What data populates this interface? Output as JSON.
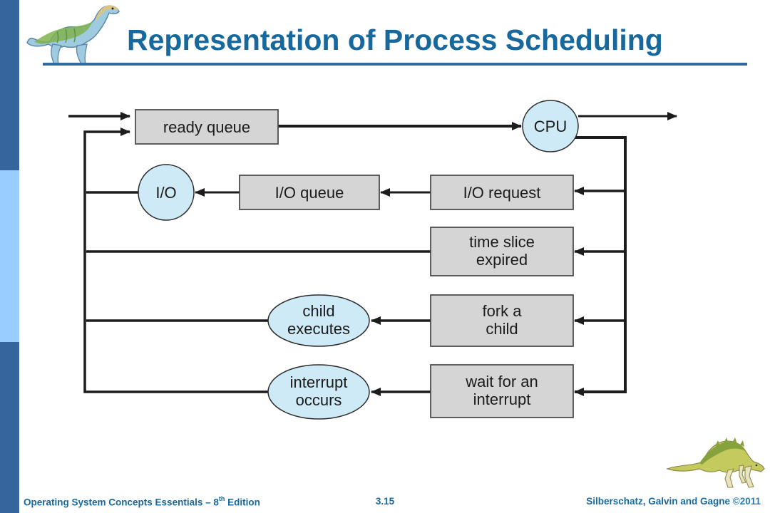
{
  "header": {
    "title": "Representation of Process Scheduling"
  },
  "diagram": {
    "nodes": {
      "ready_queue": "ready queue",
      "cpu": "CPU",
      "io": "I/O",
      "io_queue": "I/O queue",
      "io_request": "I/O request",
      "time_slice_line1": "time slice",
      "time_slice_line2": "expired",
      "child_executes_line1": "child",
      "child_executes_line2": "executes",
      "fork_child_line1": "fork a",
      "fork_child_line2": "child",
      "interrupt_occurs_line1": "interrupt",
      "interrupt_occurs_line2": "occurs",
      "wait_interrupt_line1": "wait for an",
      "wait_interrupt_line2": "interrupt"
    },
    "colors": {
      "box_fill": "#d5d5d5",
      "ellipse_fill": "#cdeaf6",
      "line": "#1c1c1c"
    }
  },
  "footer": {
    "left_text": "Operating System Concepts Essentials – 8",
    "left_sup": "th",
    "left_suffix": " Edition",
    "page_number": "3.15",
    "credits": "Silberschatz, Galvin and Gagne ",
    "copyright": "©2011"
  },
  "colors": {
    "sidebar_dark": "#36649c",
    "sidebar_light": "#99ccff",
    "title_text": "#17689c"
  }
}
